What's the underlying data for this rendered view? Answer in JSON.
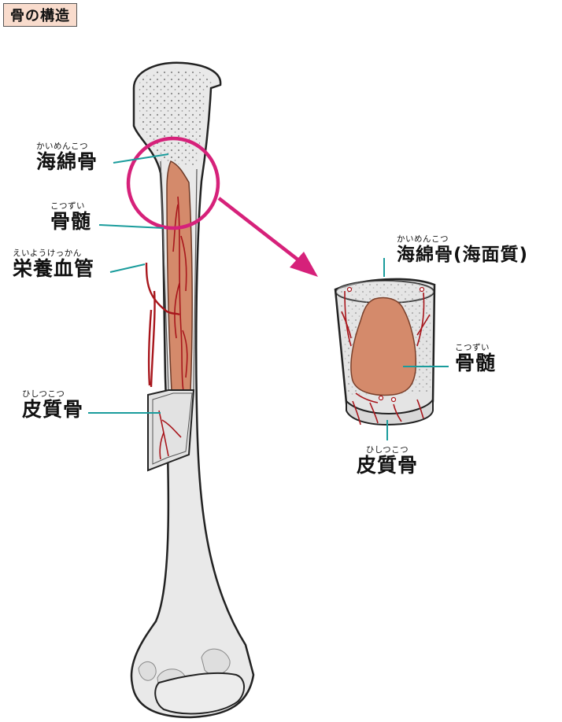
{
  "title": "骨の構造",
  "labels": {
    "spongy": {
      "ruby": "かいめんこつ",
      "text": "海綿骨"
    },
    "marrow": {
      "ruby": "こつずい",
      "text": "骨髄"
    },
    "vessels": {
      "ruby": "えいようけっかん",
      "text": "栄養血管"
    },
    "compact": {
      "ruby": "ひしつこつ",
      "text": "皮質骨"
    },
    "zoom_spongy": {
      "ruby": "かいめんこつ",
      "text": "海綿骨(海面質)"
    },
    "zoom_marrow": {
      "ruby": "こつずい",
      "text": "骨髄"
    },
    "zoom_compact": {
      "ruby": "ひしつこつ",
      "text": "皮質骨"
    }
  },
  "colors": {
    "bone": "#e8e8e8",
    "spongy": "#dedede",
    "marrow": "#d08a6e",
    "vessel": "#a8161c",
    "magnify": "#d6217a",
    "leader": "#1a9c9c"
  }
}
